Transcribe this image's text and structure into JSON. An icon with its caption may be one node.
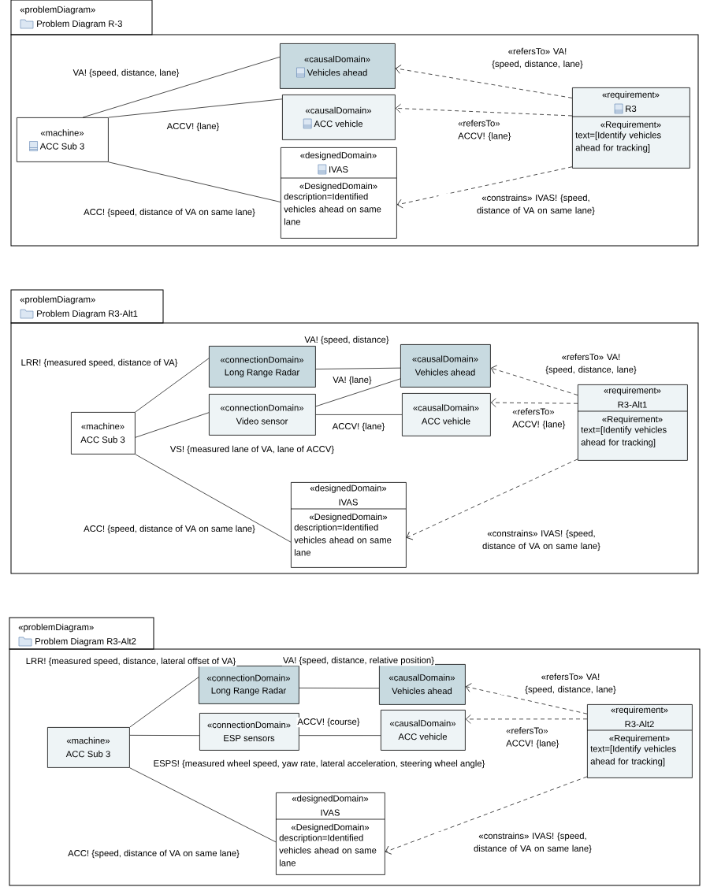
{
  "diagram": {
    "nodes": [
      {
        "text": [
          "«problemDiagram»",
          "Problem Diagram R-3"
        ]
      },
      {
        "text": [
          "«machine»",
          "ACC Sub 3"
        ],
        "in": 0
      },
      {
        "text": [
          "«causalDomain»",
          "Vehicles ahead"
        ],
        "in": 0
      },
      {
        "text": [
          "«causalDomain»",
          "ACC vehicle"
        ],
        "in": 0
      },
      {
        "text": [
          "«designedDomain»",
          "IVAS",
          "«DesignedDomain»",
          "description=Identified vehicles ahead on same lane"
        ],
        "in": 0
      },
      {
        "text": [
          "«requirement»",
          "R3",
          "«Requirement»",
          "text=[Identify vehicles ahead for tracking]"
        ],
        "in": 0
      },
      {
        "text": [
          "«problemDiagram»",
          "Problem Diagram R3-Alt1"
        ]
      },
      {
        "text": [
          "«machine»",
          "ACC Sub 3"
        ],
        "in": 6
      },
      {
        "text": [
          "«connectionDomain»",
          "Long Range Radar"
        ],
        "in": 6
      },
      {
        "text": [
          "«connectionDomain»",
          "Video sensor"
        ],
        "in": 6
      },
      {
        "text": [
          "«causalDomain»",
          "Vehicles ahead"
        ],
        "in": 6
      },
      {
        "text": [
          "«causalDomain»",
          "ACC vehicle"
        ],
        "in": 6
      },
      {
        "text": [
          "«designedDomain»",
          "IVAS",
          "«DesignedDomain»",
          "description=Identified vehicles ahead on same lane"
        ],
        "in": 6
      },
      {
        "text": [
          "«requirement»",
          "R3-Alt1",
          "«Requirement»",
          "text=[Identify vehicles ahead for tracking]"
        ],
        "in": 6
      },
      {
        "text": [
          "«problemDiagram»",
          "Problem Diagram R3-Alt2"
        ]
      },
      {
        "text": [
          "«machine»",
          "ACC Sub 3"
        ],
        "in": 14
      },
      {
        "text": [
          "«connectionDomain»",
          "Long Range Radar"
        ],
        "in": 14
      },
      {
        "text": [
          "«connectionDomain»",
          "ESP sensors"
        ],
        "in": 14
      },
      {
        "text": [
          "«causalDomain»",
          "Vehicles ahead"
        ],
        "in": 14
      },
      {
        "text": [
          "«causalDomain»",
          "ACC vehicle"
        ],
        "in": 14
      },
      {
        "text": [
          "«designedDomain»",
          "IVAS",
          "«DesignedDomain»",
          "description=Identified vehicles ahead on same lane"
        ],
        "in": 14
      },
      {
        "text": [
          "«requirement»",
          "R3-Alt2",
          "«Requirement»",
          "text=[Identify vehicles ahead for tracking]"
        ],
        "in": 14
      }
    ],
    "edges": [
      {
        "from": 1,
        "to": 2,
        "arrow": "none",
        "label": "VA! {speed, distance, lane}"
      },
      {
        "from": 1,
        "to": 3,
        "arrow": "none",
        "label": "ACCV! {lane}"
      },
      {
        "from": 1,
        "to": 4,
        "arrow": "none",
        "label": "ACC! {speed, distance of VA on same lane}"
      },
      {
        "from": 5,
        "to": 2,
        "arrow": "to",
        "style": "dashed",
        "label": "«refersTo» VA! {speed, distance, lane}"
      },
      {
        "from": 5,
        "to": 3,
        "arrow": "to",
        "style": "dashed",
        "label": "«refersTo» ACCV! {lane}"
      },
      {
        "from": 5,
        "to": 4,
        "arrow": "to",
        "style": "dashed",
        "label": "«constrains» IVAS! {speed, distance of VA on same lane}"
      },
      {
        "from": 7,
        "to": 8,
        "arrow": "none",
        "label": "LRR! {measured speed, distance of VA}"
      },
      {
        "from": 7,
        "to": 9,
        "arrow": "none",
        "label": "VS! {measured lane of VA, lane of ACCV}"
      },
      {
        "from": 8,
        "to": 10,
        "arrow": "none",
        "label": "VA! {speed, distance}"
      },
      {
        "from": 9,
        "to": 10,
        "arrow": "none",
        "label": "VA! {lane}"
      },
      {
        "from": 9,
        "to": 11,
        "arrow": "none",
        "label": "ACCV! {lane}"
      },
      {
        "from": 7,
        "to": 12,
        "arrow": "none",
        "label": "ACC! {speed, distance of VA on same lane}"
      },
      {
        "from": 13,
        "to": 10,
        "arrow": "to",
        "style": "dashed",
        "label": "«refersTo» VA! {speed, distance, lane}"
      },
      {
        "from": 13,
        "to": 11,
        "arrow": "to",
        "style": "dashed",
        "label": "«refersTo» ACCV! {lane}"
      },
      {
        "from": 13,
        "to": 12,
        "arrow": "to",
        "style": "dashed",
        "label": "«constrains» IVAS! {speed, distance of VA on same lane}"
      },
      {
        "from": 15,
        "to": 16,
        "arrow": "none",
        "label": "LRR! {measured speed, distance, lateral offset of VA}"
      },
      {
        "from": 15,
        "to": 17,
        "arrow": "none",
        "label": "ESPS! {measured wheel speed, yaw rate, lateral acceleration, steering wheel angle}"
      },
      {
        "from": 16,
        "to": 18,
        "arrow": "none",
        "label": "VA! {speed, distance, relative position}"
      },
      {
        "from": 17,
        "to": 19,
        "arrow": "none",
        "label": "ACCV! {course}"
      },
      {
        "from": 15,
        "to": 20,
        "arrow": "none",
        "label": "ACC! {speed, distance of VA on same lane}"
      },
      {
        "from": 21,
        "to": 18,
        "arrow": "to",
        "style": "dashed",
        "label": "«refersTo» VA! {speed, distance, lane}"
      },
      {
        "from": 21,
        "to": 19,
        "arrow": "to",
        "style": "dashed",
        "label": "«refersTo» ACCV! {lane}"
      },
      {
        "from": 21,
        "to": 20,
        "arrow": "to",
        "style": "dashed",
        "label": "«constrains» IVAS! {speed, distance of VA on same lane}"
      }
    ]
  }
}
